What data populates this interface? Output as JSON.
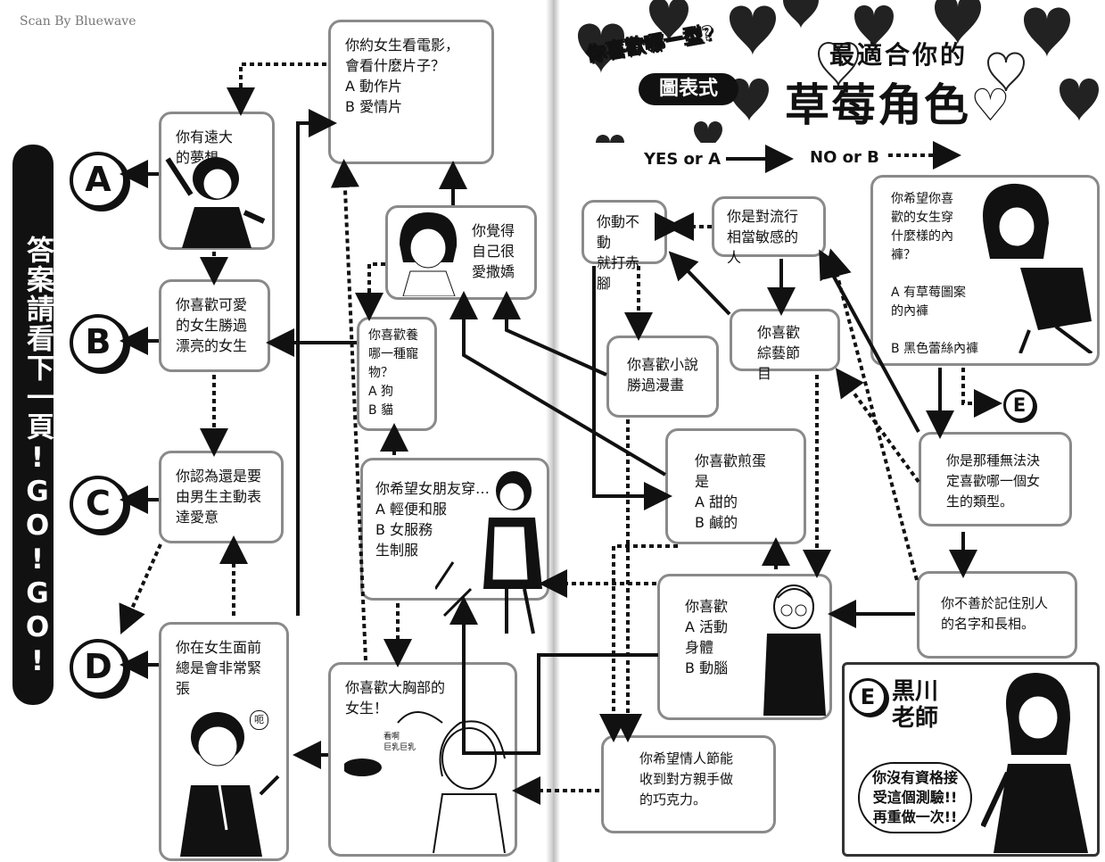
{
  "credit": "Scan By Bluewave",
  "header": {
    "question_title": "你喜歡哪一型?",
    "chart_tag": "圖表式",
    "title_line1": "最適合你的",
    "title_line2": "草莓角色♡"
  },
  "legend": {
    "yes_label": "YES or A",
    "no_label": "NO or B"
  },
  "sidebar_text": "答案請看下一頁!GO!GO!",
  "answers": [
    "A",
    "B",
    "C",
    "D",
    "E"
  ],
  "questions": {
    "q1": "你有遠大\n的夢想",
    "q2": "你喜歡可愛\n的女生勝過\n漂亮的女生",
    "q3": "你認為還是要\n由男生主動表\n達愛意",
    "q4": "你在女生面前\n總是會非常緊張",
    "q5": "你約女生看電影，\n會看什麼片子？\nA 動作片\nB 愛情片",
    "q6": "你覺得\n自己很\n愛撒嬌",
    "q7": "你喜歡養\n哪一種寵\n物？\nA 狗\nB 貓",
    "q8": "你希望女朋友穿…\nA 輕便和服\nB 女服務\n   生制服",
    "q9": "你喜歡大胸部的\n女生！",
    "q10": "你動不動\n就打赤腳",
    "q11": "你是對流行\n相當敏感的人",
    "q12": "你喜歡\n綜藝節目",
    "q13": "你喜歡小說\n勝過漫畫",
    "q14": "你喜歡煎蛋是\nA 甜的\nB 鹹的",
    "q15": "你希望你喜\n歡的女生穿\n什麼樣的內\n褲？\n\nA 有草莓圖案\n的內褲\n\nB 黑色蕾絲內褲",
    "q16": "你是那種無法決\n定喜歡哪一個女\n生的類型。",
    "q17": "你不善於記住別人\n的名字和長相。",
    "q18": "你喜歡\nA 活動\n   身體\nB 動腦",
    "q19": "你希望情人節能\n收到對方親手做\n的巧克力。"
  },
  "speech": {
    "boy_bubble": "呃",
    "girl_bubble": "看啊\n巨乳巨乳"
  },
  "e_panel": {
    "name": "黒川\n老師",
    "message": "你沒有資格接\n受這個測驗!!\n再重做一次!!"
  }
}
